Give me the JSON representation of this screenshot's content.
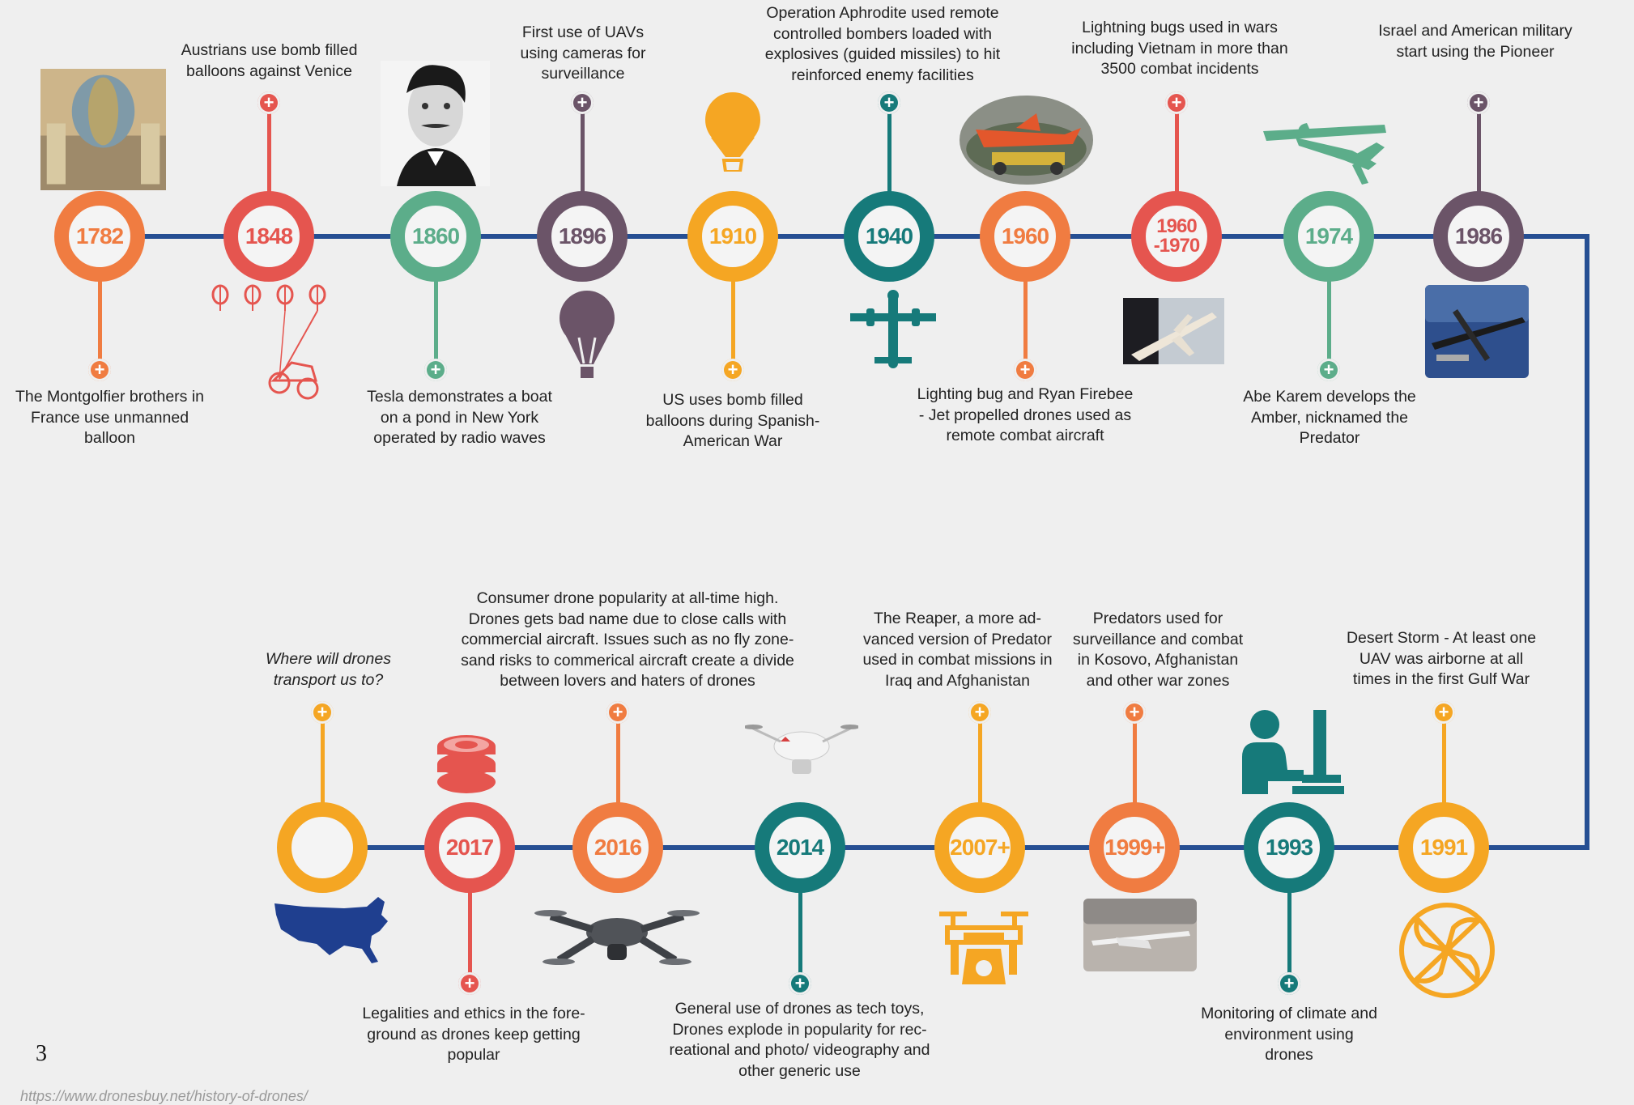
{
  "colors": {
    "line": "#264f93",
    "orange": "#f07c41",
    "red": "#e5554f",
    "green": "#5cad8a",
    "purple": "#6b5468",
    "yellow": "#f5a623",
    "teal": "#167a7a"
  },
  "events": [
    {
      "year": "1782",
      "color": "orange",
      "text": "The Montgolfier brothers in France use unmanned balloon",
      "icon": "montgolfier-balloon-picture"
    },
    {
      "year": "1848",
      "color": "red",
      "text": "Austrians use bomb filled balloons against Venice",
      "icon": "bomb-balloons-icon"
    },
    {
      "year": "1860",
      "color": "green",
      "text": "Tesla demonstrates a boat on a pond in New York operated by radio waves",
      "icon": "tesla-portrait"
    },
    {
      "year": "1896",
      "color": "purple",
      "text": "First use of UAVs using cameras for surveillance",
      "icon": "hot-air-balloon-icon"
    },
    {
      "year": "1910",
      "color": "yellow",
      "text": "US uses bomb filled balloons during Spanish-American War",
      "icon": "balloon-icon"
    },
    {
      "year": "1940",
      "color": "teal",
      "text": "Operation Aphrodite used remote controlled bombers loaded with explosives (guided missiles) to hit reinforced enemy facilities",
      "icon": "airplane-icon"
    },
    {
      "year": "1960",
      "color": "orange",
      "text": "Lighting bug and Ryan Firebee - Jet propelled drones used as remote combat aircraft",
      "icon": "firebee-drone-picture"
    },
    {
      "year": "1960\n-1970",
      "color": "red",
      "text": "Lightning bugs used in wars including Vietnam in more than 3500 combat incidents",
      "icon": "lightning-bug-picture"
    },
    {
      "year": "1974",
      "color": "green",
      "text": "Abe Karem develops the Amber, nicknamed the Predator",
      "icon": "predator-drone-icon"
    },
    {
      "year": "1986",
      "color": "purple",
      "text": "Israel and American military start using the Pioneer",
      "icon": "pioneer-drone-picture"
    },
    {
      "year": "1991",
      "color": "yellow",
      "text": "Desert Storm - At least one UAV was airborne at all times in the first Gulf War",
      "icon": "propeller-icon"
    },
    {
      "year": "1993",
      "color": "teal",
      "text": "Monitoring of climate and environment using drones",
      "icon": "computer-user-icon"
    },
    {
      "year": "1999+",
      "color": "orange",
      "text": "Predators used for surveillance and combat in Kosovo, Afghanistan and other war zones",
      "icon": "predator-picture"
    },
    {
      "year": "2007+",
      "color": "yellow",
      "text": "The Reaper, a more ad- vanced version of Predator used in combat missions in Iraq and Afghanistan",
      "icon": "quadcopter-camera-icon"
    },
    {
      "year": "2014",
      "color": "teal",
      "text": "General use of drones as tech toys, Drones explode in popularity for rec- reational and photo/ videography and other generic use",
      "icon": "phantom-drone-picture"
    },
    {
      "year": "2016",
      "color": "orange",
      "text": "Consumer drone popularity at all-time high. Drones gets bad name due to close calls with commercial aircraft. Issues such as no fly zone- sand risks to commerical aircraft create a divide between lovers and haters of drones",
      "icon": "mavic-drone-picture"
    },
    {
      "year": "2017",
      "color": "red",
      "text": "Legalities and ethics in the fore- ground as drones keep getting popular",
      "icon": "coins-icon"
    },
    {
      "year": "",
      "color": "yellow",
      "text": "Where will drones transport us to?",
      "icon": "usa-map-icon"
    }
  ],
  "page_number": "3",
  "source": "https://www.dronesbuy.net/history-of-drones/"
}
